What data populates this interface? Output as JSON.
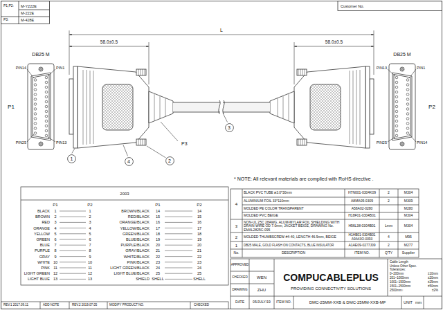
{
  "diagram": {
    "nodes": [
      {
        "text": [
          "1"
        ]
      },
      {
        "text": [
          "4"
        ]
      },
      {
        "text": [
          "2"
        ]
      },
      {
        "text": [
          "3"
        ]
      }
    ],
    "labels": [
      "P1,P2:",
      "M-Y222E",
      "M-222E",
      "P3:",
      "M-428E",
      "Customer No.",
      "L",
      "58.0±0.5",
      "58.0±0.5",
      "DB25 M",
      "PIN14",
      "PIN1",
      "P1",
      "PIN25",
      "PIN13",
      "P3",
      "DB25 M",
      "PIN13",
      "PIN1",
      "P2",
      "PIN25",
      "PIN14",
      "* NOTE: All relevant materials are complied with RoHS directive .",
      "2003",
      "P1",
      "P2",
      "P1",
      "P2",
      "BLACK",
      "1",
      "1",
      "BROWN/BLACK",
      "14",
      "14",
      "BROWN",
      "2",
      "2",
      "RED/BLACK",
      "15",
      "15",
      "RED",
      "3",
      "3",
      "ORANGE/BLACK",
      "16",
      "16",
      "ORANGE",
      "4",
      "4",
      "YELLOW/BLACK",
      "17",
      "17",
      "YELLOW",
      "5",
      "5",
      "GREEN/BLACK",
      "18",
      "18",
      "GREEN",
      "6",
      "6",
      "BLUE/BLACK",
      "19",
      "19",
      "BLUE",
      "7",
      "7",
      "PURPLE/BLACK",
      "20",
      "20",
      "PURPLE",
      "8",
      "8",
      "GRAY/BLACK",
      "21",
      "21",
      "GRAY",
      "9",
      "9",
      "WHITE/BLACK",
      "22",
      "22",
      "WHITE",
      "10",
      "10",
      "PINK/BLACK",
      "23",
      "23",
      "PINK",
      "11",
      "11",
      "LIGHT GREEN/BLACK",
      "24",
      "24",
      "LIGHT GREEN",
      "12",
      "12",
      "LIGHT BLUE/BLACK",
      "25",
      "25",
      "LIGHT BLUE",
      "13",
      "13",
      "SHIELD",
      "SHELL",
      "SHELL",
      "4",
      "BLACK PVC TUBE ø3.0*30mm",
      "H7N001-0304K09",
      "2",
      "M304",
      "ALUMINIUM FOIL 33*110mm",
      "A8MA05-0309",
      "2",
      "M309",
      "MOLDED PE COLOR TRANSPARENT",
      "A58A02-0280",
      "M280",
      "MOLDED PVC BEIGE",
      "H18F01-0304B01",
      "M304",
      "3",
      "NON-UL 25C 28AWG, ALUM-MYLAR FOIL SHIELDING WITH DRAIN WIRE OD 7.0mm, JACKET BEIGE, DRAWING No. EMAL2825C-095",
      "H56L38-0304B01",
      "Lmm",
      "M304",
      "2",
      "MOLDED THUMBSCREW #4-40, LENGTH 46.5mm, BEIGE",
      "H1HB01-0304B01",
      "A9A43O-0093",
      "4",
      "M95",
      "1",
      "DB25 MALE, GOLD FLASH ON CONTACTS, BLUE INSULATOR",
      "A1AE09-0277J09",
      "2",
      "M277",
      "No.",
      "DESCRIPTION",
      "ITEM NO.",
      "Q'TY",
      "Supplier",
      "APPROVED",
      "CHECKED",
      "WEN",
      "DRAWING",
      "ZHU",
      "DATE",
      "05/JULY/19",
      "ITEM NO.",
      "DMC-25MM-XXB & DMC-25MM-XXB-MF",
      "UNIT",
      "mm",
      "COMPUCABLEPLUS",
      "PROVIDING CONNECTIVITY SOLUTIONS",
      "Cable Length",
      "Unless Other Spec.",
      "Tolerances:",
      "0~200mm",
      "±10mm",
      "201~1000mm",
      "±20mm",
      "1001~1500mm",
      "±25mm",
      "1501~2500mm",
      "±50mm",
      "2500mm↑",
      "±2%",
      "REV.1 2017.09.11",
      "ADD NOTE",
      "REV.2 2019.07.05",
      "MODIFY PRODUCT NO.",
      "CHECKED"
    ]
  }
}
